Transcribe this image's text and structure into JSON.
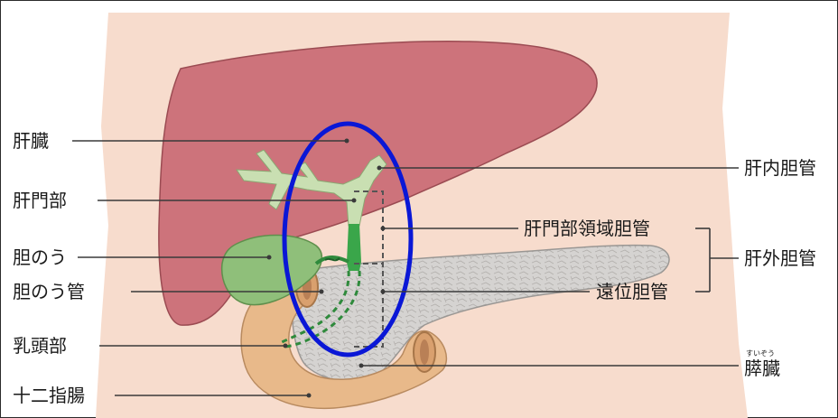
{
  "labels": {
    "liver": "肝臓",
    "hilum": "肝門部",
    "gallbladder": "胆のう",
    "cystic_duct": "胆のう管",
    "papilla": "乳頭部",
    "duodenum": "十二指腸",
    "intrahepatic_duct": "肝内胆管",
    "perihilar_duct": "肝門部領域胆管",
    "distal_duct": "遠位胆管",
    "extrahepatic_duct": "肝外胆管",
    "pancreas": "膵臓",
    "pancreas_reading": "すいぞう"
  },
  "colors": {
    "body": "#f7dccd",
    "liver": "#cd737b",
    "gallbladder": "#8fbf7a",
    "duct": "#3aa64a",
    "duct_light": "#c9dfb2",
    "pancreas": "#d5d3d1",
    "duodenum": "#e8b98a",
    "highlight_ellipse": "#0a17d6",
    "leader_line": "#3a3a3a"
  }
}
